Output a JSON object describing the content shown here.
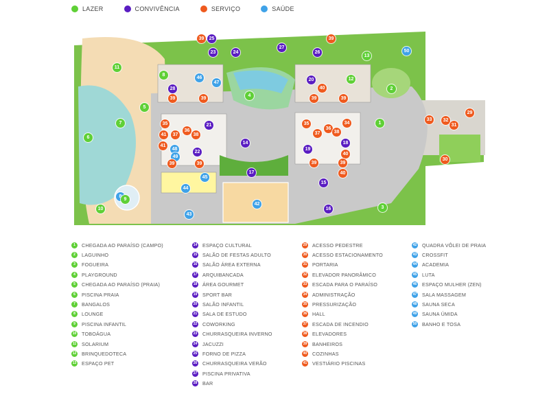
{
  "colors": {
    "lazer": "#5fd036",
    "convivencia": "#5a1dc2",
    "servico": "#ef5a1e",
    "saude": "#3fa2e8"
  },
  "categories": [
    {
      "key": "lazer",
      "label": "LAZER"
    },
    {
      "key": "convivencia",
      "label": "CONVIVÊNCIA"
    },
    {
      "key": "servico",
      "label": "SERVIÇO"
    },
    {
      "key": "saude",
      "label": "SAÚDE"
    }
  ],
  "legend": [
    {
      "num": "1",
      "label": "CHEGADA AO PARAÍSO (CAMPO)",
      "cat": "lazer"
    },
    {
      "num": "2",
      "label": "LAGUINHO",
      "cat": "lazer"
    },
    {
      "num": "3",
      "label": "FOGUEIRA",
      "cat": "lazer"
    },
    {
      "num": "4",
      "label": "PLAYGROUND",
      "cat": "lazer"
    },
    {
      "num": "5",
      "label": "CHEGADA AO PARAÍSO (PRAIA)",
      "cat": "lazer"
    },
    {
      "num": "6",
      "label": "PISCINA PRAIA",
      "cat": "lazer"
    },
    {
      "num": "7",
      "label": "BANGALOS",
      "cat": "lazer"
    },
    {
      "num": "8",
      "label": "LOUNGE",
      "cat": "lazer"
    },
    {
      "num": "9",
      "label": "PISCINA INFANTIL",
      "cat": "lazer"
    },
    {
      "num": "10",
      "label": "TOBOÁGUA",
      "cat": "lazer"
    },
    {
      "num": "11",
      "label": "SOLARIUM",
      "cat": "lazer"
    },
    {
      "num": "12",
      "label": "BRINQUEDOTECA",
      "cat": "lazer"
    },
    {
      "num": "13",
      "label": "ESPAÇO PET",
      "cat": "lazer"
    },
    {
      "num": "14",
      "label": "ESPAÇO CULTURAL",
      "cat": "convivencia"
    },
    {
      "num": "15",
      "label": "SALÃO DE FESTAS ADULTO",
      "cat": "convivencia"
    },
    {
      "num": "16",
      "label": "SALÃO ÁREA EXTERNA",
      "cat": "convivencia"
    },
    {
      "num": "17",
      "label": "ARQUIBANCADA",
      "cat": "convivencia"
    },
    {
      "num": "18",
      "label": "ÁREA GOURMET",
      "cat": "convivencia"
    },
    {
      "num": "19",
      "label": "SPORT BAR",
      "cat": "convivencia"
    },
    {
      "num": "20",
      "label": "SALÃO INFANTIL",
      "cat": "convivencia"
    },
    {
      "num": "21",
      "label": "SALA DE ESTUDO",
      "cat": "convivencia"
    },
    {
      "num": "22",
      "label": "COWORKING",
      "cat": "convivencia"
    },
    {
      "num": "23",
      "label": "CHURRASQUEIRA INVERNO",
      "cat": "convivencia"
    },
    {
      "num": "24",
      "label": "JACUZZI",
      "cat": "convivencia"
    },
    {
      "num": "25",
      "label": "FORNO DE PIZZA",
      "cat": "convivencia"
    },
    {
      "num": "26",
      "label": "CHURRASQUEIRA VERÃO",
      "cat": "convivencia"
    },
    {
      "num": "27",
      "label": "PISCINA PRIVATIVA",
      "cat": "convivencia"
    },
    {
      "num": "28",
      "label": "BAR",
      "cat": "convivencia"
    },
    {
      "num": "29",
      "label": "ACESSO PEDESTRE",
      "cat": "servico"
    },
    {
      "num": "30",
      "label": "ACESSO ESTACIONAMENTO",
      "cat": "servico"
    },
    {
      "num": "31",
      "label": "PORTARIA",
      "cat": "servico"
    },
    {
      "num": "32",
      "label": "ELEVADOR PANORÂMICO",
      "cat": "servico"
    },
    {
      "num": "33",
      "label": "ESCADA PARA O PARAÍSO",
      "cat": "servico"
    },
    {
      "num": "34",
      "label": "ADMINISTRAÇÃO",
      "cat": "servico"
    },
    {
      "num": "35",
      "label": "PRESSURIZAÇÃO",
      "cat": "servico"
    },
    {
      "num": "36",
      "label": "HALL",
      "cat": "servico"
    },
    {
      "num": "37",
      "label": "ESCADA DE INCENDIO",
      "cat": "servico"
    },
    {
      "num": "38",
      "label": "ELEVADORES",
      "cat": "servico"
    },
    {
      "num": "39",
      "label": "BANHEIROS",
      "cat": "servico"
    },
    {
      "num": "40",
      "label": "COZINHAS",
      "cat": "servico"
    },
    {
      "num": "41",
      "label": "VESTIÁRIO PISCINAS",
      "cat": "servico"
    },
    {
      "num": "42",
      "label": "QUADRA VÔLEI DE PRAIA",
      "cat": "saude"
    },
    {
      "num": "43",
      "label": "CROSSFIT",
      "cat": "saude"
    },
    {
      "num": "44",
      "label": "ACADEMIA",
      "cat": "saude"
    },
    {
      "num": "45",
      "label": "LUTA",
      "cat": "saude"
    },
    {
      "num": "46",
      "label": "ESPAÇO MULHER (ZEN)",
      "cat": "saude"
    },
    {
      "num": "47",
      "label": "SALA MASSAGEM",
      "cat": "saude"
    },
    {
      "num": "48",
      "label": "SAUNA SECA",
      "cat": "saude"
    },
    {
      "num": "49",
      "label": "SAUNA ÚMIDA",
      "cat": "saude"
    },
    {
      "num": "50",
      "label": "BANHO E TOSA",
      "cat": "saude"
    }
  ],
  "map_markers": [
    {
      "num": "39",
      "cat": "servico"
    },
    {
      "num": "25",
      "cat": "convivencia"
    },
    {
      "num": "23",
      "cat": "convivencia"
    },
    {
      "num": "24",
      "cat": "convivencia"
    },
    {
      "num": "27",
      "cat": "convivencia"
    },
    {
      "num": "26",
      "cat": "convivencia"
    },
    {
      "num": "39",
      "cat": "servico"
    },
    {
      "num": "13",
      "cat": "lazer"
    },
    {
      "num": "50",
      "cat": "saude"
    },
    {
      "num": "11",
      "cat": "lazer"
    },
    {
      "num": "8",
      "cat": "lazer"
    },
    {
      "num": "28",
      "cat": "convivencia"
    },
    {
      "num": "46",
      "cat": "saude"
    },
    {
      "num": "47",
      "cat": "saude"
    },
    {
      "num": "4",
      "cat": "lazer"
    },
    {
      "num": "20",
      "cat": "convivencia"
    },
    {
      "num": "40",
      "cat": "servico"
    },
    {
      "num": "12",
      "cat": "lazer"
    },
    {
      "num": "2",
      "cat": "lazer"
    },
    {
      "num": "39",
      "cat": "servico"
    },
    {
      "num": "39",
      "cat": "servico"
    },
    {
      "num": "39",
      "cat": "servico"
    },
    {
      "num": "39",
      "cat": "servico"
    },
    {
      "num": "5",
      "cat": "lazer"
    },
    {
      "num": "7",
      "cat": "lazer"
    },
    {
      "num": "35",
      "cat": "servico"
    },
    {
      "num": "36",
      "cat": "servico"
    },
    {
      "num": "21",
      "cat": "convivencia"
    },
    {
      "num": "41",
      "cat": "servico"
    },
    {
      "num": "37",
      "cat": "servico"
    },
    {
      "num": "38",
      "cat": "servico"
    },
    {
      "num": "41",
      "cat": "servico"
    },
    {
      "num": "48",
      "cat": "saude"
    },
    {
      "num": "22",
      "cat": "convivencia"
    },
    {
      "num": "49",
      "cat": "saude"
    },
    {
      "num": "6",
      "cat": "lazer"
    },
    {
      "num": "14",
      "cat": "convivencia"
    },
    {
      "num": "35",
      "cat": "servico"
    },
    {
      "num": "36",
      "cat": "servico"
    },
    {
      "num": "34",
      "cat": "servico"
    },
    {
      "num": "37",
      "cat": "servico"
    },
    {
      "num": "38",
      "cat": "servico"
    },
    {
      "num": "19",
      "cat": "convivencia"
    },
    {
      "num": "18",
      "cat": "convivencia"
    },
    {
      "num": "40",
      "cat": "servico"
    },
    {
      "num": "1",
      "cat": "lazer"
    },
    {
      "num": "33",
      "cat": "servico"
    },
    {
      "num": "32",
      "cat": "servico"
    },
    {
      "num": "31",
      "cat": "servico"
    },
    {
      "num": "29",
      "cat": "servico"
    },
    {
      "num": "39",
      "cat": "servico"
    },
    {
      "num": "39",
      "cat": "servico"
    },
    {
      "num": "39",
      "cat": "servico"
    },
    {
      "num": "39",
      "cat": "servico"
    },
    {
      "num": "17",
      "cat": "convivencia"
    },
    {
      "num": "40",
      "cat": "servico"
    },
    {
      "num": "30",
      "cat": "servico"
    },
    {
      "num": "44",
      "cat": "saude"
    },
    {
      "num": "45",
      "cat": "saude"
    },
    {
      "num": "15",
      "cat": "convivencia"
    },
    {
      "num": "8",
      "cat": "saude"
    },
    {
      "num": "9",
      "cat": "lazer"
    },
    {
      "num": "42",
      "cat": "saude"
    },
    {
      "num": "10",
      "cat": "lazer"
    },
    {
      "num": "43",
      "cat": "saude"
    },
    {
      "num": "16",
      "cat": "convivencia"
    },
    {
      "num": "3",
      "cat": "lazer"
    }
  ]
}
